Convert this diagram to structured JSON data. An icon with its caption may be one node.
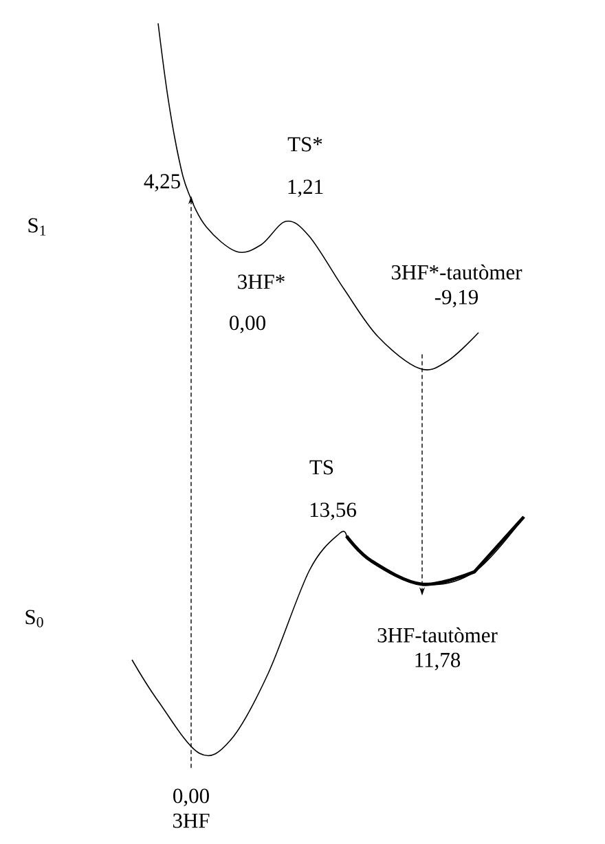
{
  "diagram": {
    "nodes": [
      {
        "text": [
          "0,00",
          "3HF"
        ]
      },
      {
        "text": [
          "4,25"
        ]
      },
      {
        "text": [
          "3HF*-tautòmer",
          "-9,19"
        ]
      },
      {
        "text": [
          "3HF-tautòmer",
          "11,78"
        ]
      }
    ],
    "edges": [
      {
        "from": 0,
        "to": 1,
        "arrow": "to",
        "style": "dashed"
      },
      {
        "from": 2,
        "to": 3,
        "arrow": "to",
        "style": "dashed"
      }
    ],
    "labels": [
      "S$_{1}$",
      "TS*",
      "1,21",
      "3HF*",
      "0,00",
      "TS",
      "13,56",
      "S$_{0}$"
    ]
  }
}
